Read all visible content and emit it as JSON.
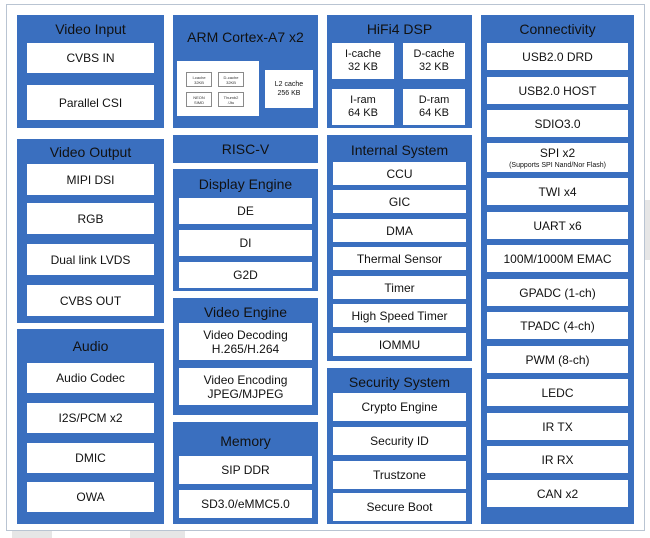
{
  "colors": {
    "panel": "#3a6fbf",
    "box": "#ffffff",
    "text": "#111111"
  },
  "video_input": {
    "title": "Video Input",
    "items": [
      "CVBS IN",
      "Parallel CSI"
    ]
  },
  "video_output": {
    "title": "Video Output",
    "items": [
      "MIPI DSI",
      "RGB",
      "Dual link LVDS",
      "CVBS OUT"
    ]
  },
  "audio": {
    "title": "Audio",
    "items": [
      "Audio Codec",
      "I2S/PCM x2",
      "DMIC",
      "OWA"
    ]
  },
  "arm": {
    "title": "ARM Cortex-A7 x2",
    "cores": [
      "I-cache\n32KB",
      "D-cache\n32KB",
      "NEON\nSIMD",
      "Thumb2\n/Jtu"
    ],
    "l2": "L2 cache\n256 KB"
  },
  "riscv": {
    "title": "RISC-V"
  },
  "display_engine": {
    "title": "Display Engine",
    "items": [
      "DE",
      "DI",
      "G2D"
    ]
  },
  "video_engine": {
    "title": "Video Engine",
    "items": [
      "Video Decoding\nH.265/H.264",
      "Video Encoding\nJPEG/MJPEG"
    ]
  },
  "memory": {
    "title": "Memory",
    "items": [
      "SIP DDR",
      "SD3.0/eMMC5.0"
    ]
  },
  "hifi4": {
    "title": "HiFi4 DSP",
    "items": [
      "I-cache\n32 KB",
      "D-cache\n32 KB",
      "I-ram\n64 KB",
      "D-ram\n64 KB"
    ]
  },
  "internal_system": {
    "title": "Internal System",
    "items": [
      "CCU",
      "GIC",
      "DMA",
      "Thermal Sensor",
      "Timer",
      "High Speed Timer",
      "IOMMU"
    ]
  },
  "security_system": {
    "title": "Security System",
    "items": [
      "Crypto Engine",
      "Security ID",
      "Trustzone",
      "Secure Boot"
    ]
  },
  "connectivity": {
    "title": "Connectivity",
    "items": [
      "USB2.0 DRD",
      "USB2.0 HOST",
      "SDIO3.0",
      "SPI x2",
      "TWI x4",
      "UART x6",
      "100M/1000M EMAC",
      "GPADC (1-ch)",
      "TPADC (4-ch)",
      "PWM (8-ch)",
      "LEDC",
      "IR TX",
      "IR RX",
      "CAN x2"
    ],
    "spi_note": "(Supports SPI Nand/Nor Flash)"
  }
}
